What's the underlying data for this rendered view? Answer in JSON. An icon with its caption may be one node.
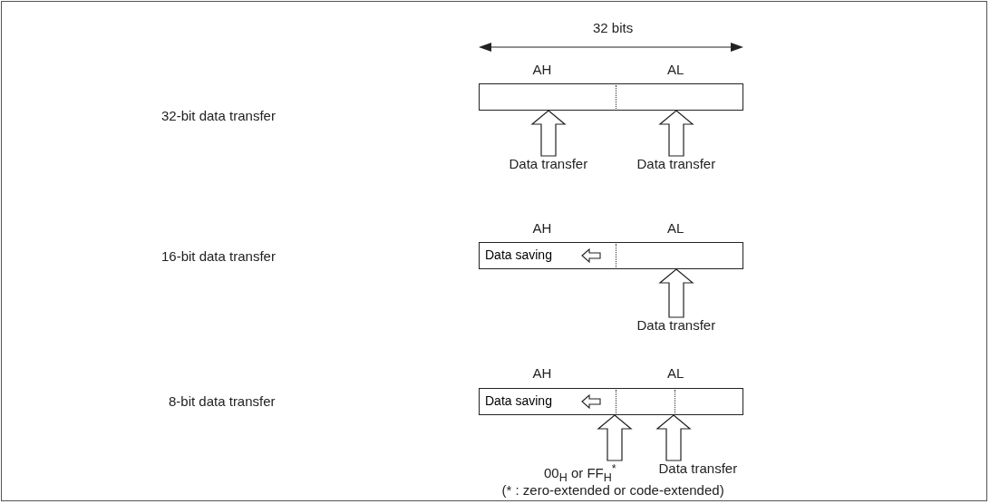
{
  "diagram": {
    "nodes": [
      {
        "text": [],
        "shape": "bar"
      },
      {
        "text": [
          "Data transfer"
        ]
      },
      {
        "text": [
          "Data transfer"
        ]
      },
      {
        "text": [
          "Data saving"
        ]
      },
      {
        "text": [
          "Data transfer"
        ]
      },
      {
        "text": [
          "Data saving"
        ]
      },
      {
        "text": [
          "00$_{H}$ or FF$_{H}$$^{*}$"
        ]
      },
      {
        "text": [
          "Data transfer"
        ]
      }
    ],
    "edges": [
      {
        "from": 1,
        "to": 0,
        "arrow": "to"
      },
      {
        "from": 2,
        "to": 0,
        "arrow": "to"
      },
      {
        "from": 4,
        "to": 3,
        "arrow": "to"
      },
      {
        "from": 6,
        "to": 5,
        "arrow": "to"
      },
      {
        "from": 7,
        "to": 5,
        "arrow": "to"
      }
    ],
    "labels": [
      "32 bits",
      "AH",
      "AL",
      "32-bit data transfer",
      "AH",
      "AL",
      "16-bit data transfer",
      "AH",
      "AL",
      "8-bit data transfer",
      "(* : zero-extended or code-extended)"
    ]
  }
}
